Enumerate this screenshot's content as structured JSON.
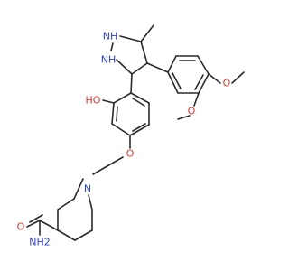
{
  "structure": {
    "atoms": {
      "pyrazolidine_nh_top": "NH",
      "pyrazolidine_nh_bottom": "NH",
      "methoxy_o_upper": "O",
      "methoxy_o_lower": "O",
      "phenol_oh": "HO",
      "ether_o": "O",
      "piperidine_n": "N",
      "amide_o": "O",
      "amide_nh2": "NH2"
    }
  },
  "colors": {
    "bond": "#2b2b2b",
    "nitrogen": "#2e3ff0",
    "oxygen": "#e8352a",
    "background": "#ffffff"
  }
}
